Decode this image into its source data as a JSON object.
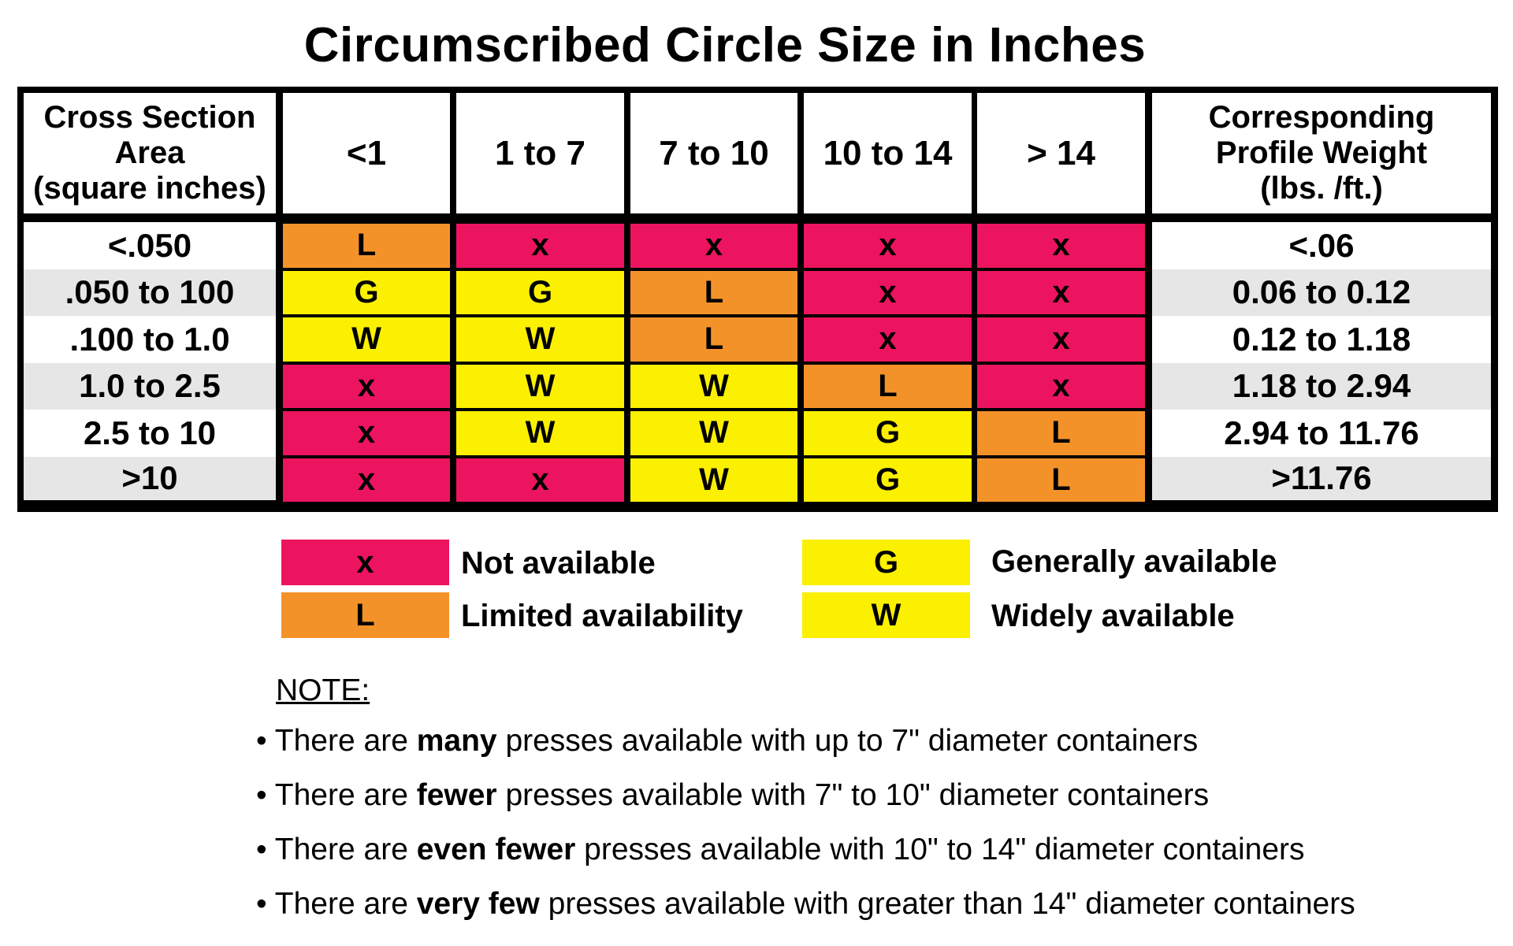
{
  "title": "Circumscribed Circle Size in Inches",
  "colors": {
    "not_available": "#ec145f",
    "limited": "#f4922a",
    "generally": "#fbf000",
    "widely": "#fbf000",
    "row_alt": "#e6e6e6",
    "border": "#000000"
  },
  "chart_data": {
    "type": "table",
    "title": "Circumscribed Circle Size in Inches",
    "header": {
      "area_col": [
        "Cross Section",
        "Area",
        "(square inches)"
      ],
      "weight_col": [
        "Corresponding",
        "Profile Weight",
        "(lbs. /ft.)"
      ]
    },
    "columns": [
      "<1",
      "1 to 7",
      "7 to 10",
      "10 to 14",
      "> 14"
    ],
    "rows": [
      {
        "area": "<.050",
        "cells": [
          "L",
          "x",
          "x",
          "x",
          "x"
        ],
        "weight": "<.06"
      },
      {
        "area": ".050 to 100",
        "cells": [
          "G",
          "G",
          "L",
          "x",
          "x"
        ],
        "weight": "0.06 to 0.12"
      },
      {
        "area": ".100 to 1.0",
        "cells": [
          "W",
          "W",
          "L",
          "x",
          "x"
        ],
        "weight": "0.12 to 1.18"
      },
      {
        "area": "1.0 to 2.5",
        "cells": [
          "x",
          "W",
          "W",
          "L",
          "x"
        ],
        "weight": "1.18 to 2.94"
      },
      {
        "area": "2.5 to 10",
        "cells": [
          "x",
          "W",
          "W",
          "G",
          "L"
        ],
        "weight": "2.94 to 11.76"
      },
      {
        "area": ">10",
        "cells": [
          "x",
          "x",
          "W",
          "G",
          "L"
        ],
        "weight": ">11.76"
      }
    ]
  },
  "legend": [
    {
      "code": "x",
      "label": "Not available"
    },
    {
      "code": "L",
      "label": "Limited availability"
    },
    {
      "code": "G",
      "label": "Generally available"
    },
    {
      "code": "W",
      "label": "Widely available"
    }
  ],
  "note": {
    "heading": "NOTE:",
    "bullet": "•",
    "items": [
      {
        "pre": "There are ",
        "bold": "many",
        "post": " presses available with up to 7\" diameter containers"
      },
      {
        "pre": "There are ",
        "bold": "fewer",
        "post": " presses available with 7\" to 10\" diameter containers"
      },
      {
        "pre": "There are ",
        "bold": "even fewer",
        "post": " presses available with 10\" to 14\" diameter containers"
      },
      {
        "pre": "There are ",
        "bold": "very few",
        "post": " presses available with greater than 14\" diameter containers"
      }
    ]
  }
}
